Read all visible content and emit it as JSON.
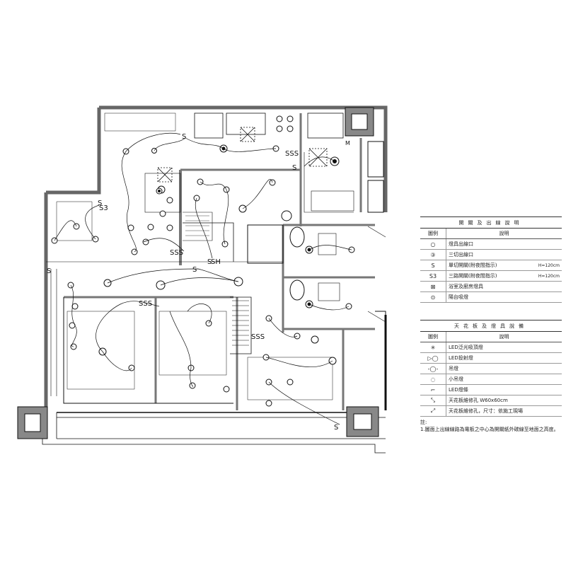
{
  "plan": {
    "labels": [
      "S",
      "S",
      "S",
      "S",
      "S",
      "S",
      "S",
      "SSS",
      "SSS",
      "SSS",
      "SSS",
      "S3",
      "SH"
    ],
    "door_letter": "M"
  },
  "switch_legend": {
    "title": "開關及出線說明",
    "col_symbol": "圖例",
    "col_desc": "說明",
    "rows": [
      {
        "symbol": "○",
        "desc": "燈具出線口",
        "height": ""
      },
      {
        "symbol": "③",
        "desc": "三切出線口",
        "height": ""
      },
      {
        "symbol": "S",
        "desc": "單切開關(附夜間指示)",
        "height": "H=120cm"
      },
      {
        "symbol": "S3",
        "desc": "三路開關(附夜間指示)",
        "height": "H=120cm"
      },
      {
        "symbol": "⊠",
        "desc": "浴室及廚房燈具",
        "height": ""
      },
      {
        "symbol": "⊙",
        "desc": "陽台吸燈",
        "height": ""
      }
    ]
  },
  "ceiling_legend": {
    "title": "天花板及燈具說備",
    "col_symbol": "圖例",
    "col_desc": "說明",
    "rows": [
      {
        "symbol": "✳",
        "desc": "LED泛光吸頂燈"
      },
      {
        "symbol": "▷◯",
        "desc": "LED投射燈"
      },
      {
        "symbol": "-◯-",
        "desc": "吊燈"
      },
      {
        "symbol": "◌",
        "desc": "小吊燈"
      },
      {
        "symbol": "⌐",
        "desc": "LED燈條"
      },
      {
        "symbol": "⤡",
        "desc": "天花板維修孔 W60x60cm"
      },
      {
        "symbol": "⤢",
        "desc": "天花板維修孔，尺寸：依施工現場"
      }
    ]
  },
  "note": {
    "heading": "註:",
    "line1": "1.圖面上出線線路為電板之中心為開關紙外碳線至地面之高度。"
  }
}
